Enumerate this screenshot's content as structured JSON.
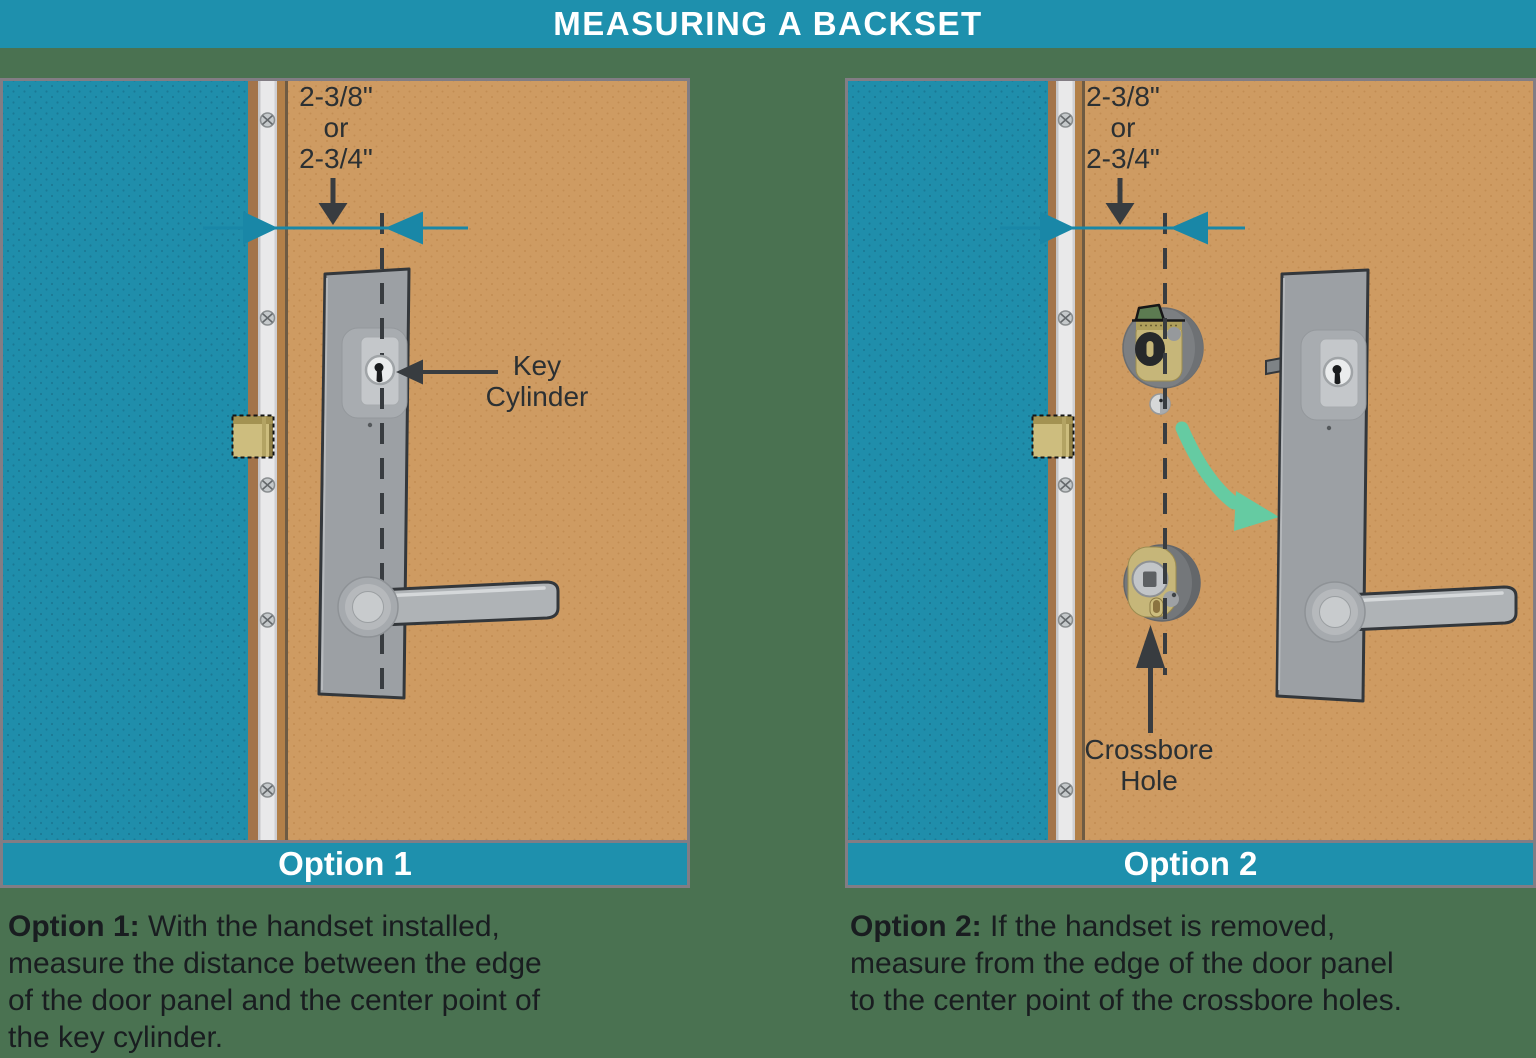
{
  "title": "MEASURING A BACKSET",
  "colors": {
    "background_green": "#4A7251",
    "teal_bar": "#1E90AD",
    "wall_blue": "#1F8EAB",
    "door_tan": "#CE9B62",
    "door_edge_white": "#E9E9EA",
    "dimension_teal": "#1987A7",
    "annotation_dark": "#383C40",
    "rotate_arrow_green": "#65CBA2",
    "brass": "#C6B679",
    "hardware_gray": "#9CA0A4"
  },
  "panels": [
    {
      "bar_label": "Option 1",
      "measurement": {
        "line1": "2-3/8\"",
        "line2": "or",
        "line3": "2-3/4\""
      },
      "label": {
        "line1": "Key",
        "line2": "Cylinder"
      },
      "caption": {
        "bold": "Option 1:",
        "text": " With the handset installed,\nmeasure the distance between the edge\nof the door panel and the center point of\nthe key cylinder."
      }
    },
    {
      "bar_label": "Option 2",
      "measurement": {
        "line1": "2-3/8\"",
        "line2": "or",
        "line3": "2-3/4\""
      },
      "label": {
        "line1": "Crossbore",
        "line2": "Hole"
      },
      "caption": {
        "bold": "Option 2:",
        "text": " If the handset is removed,\nmeasure from the edge of the door panel\nto the center point of the crossbore holes."
      }
    }
  ]
}
